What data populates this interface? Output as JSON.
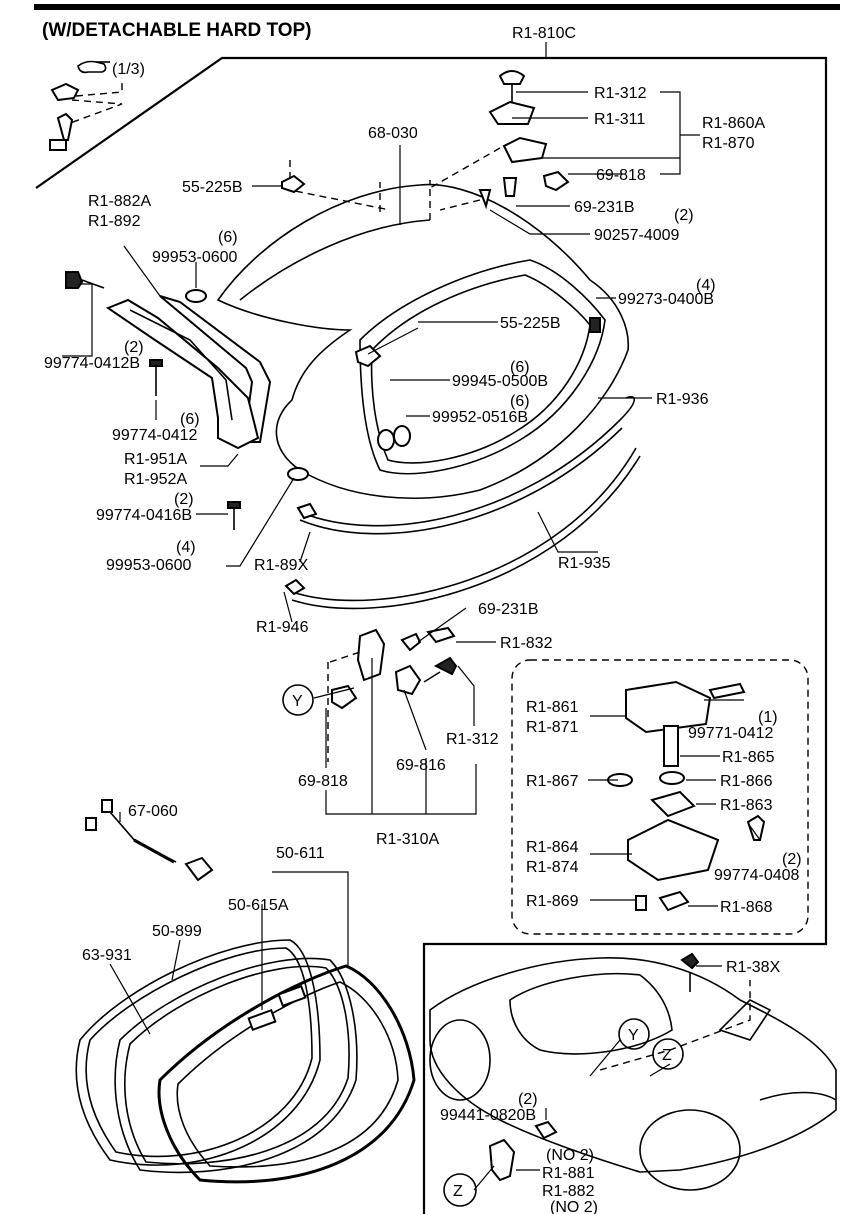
{
  "title": "(W/DETACHABLE HARD TOP)",
  "page_ref": "(1/3)",
  "labels": {
    "r1_810c": "R1-810C",
    "r1_312_top": "R1-312",
    "r1_311": "R1-311",
    "r1_860a": "R1-860A",
    "r1_870": "R1-870",
    "p69_818_top": "69-818",
    "p69_231b_top": "69-231B",
    "p90257_qty": "(2)",
    "p90257": "90257-4009",
    "p68_030": "68-030",
    "p55_225b_top": "55-225B",
    "r1_882a": "R1-882A",
    "r1_892": "R1-892",
    "p99953_qty_top": "(6)",
    "p99953_top": "99953-0600",
    "p99774_0412b_qty": "(2)",
    "p99774_0412b": "99774-0412B",
    "p99774_0412_qty": "(6)",
    "p99774_0412": "99774-0412",
    "r1_951a": "R1-951A",
    "r1_952a": "R1-952A",
    "p99774_0416b_qty": "(2)",
    "p99774_0416b": "99774-0416B",
    "p99953_qty_bot": "(4)",
    "p99953_bot": "99953-0600",
    "p99273_qty": "(4)",
    "p99273": "99273-0400B",
    "p55_225b_mid": "55-225B",
    "p99945_qty": "(6)",
    "p99945": "99945-0500B",
    "p99952_qty": "(6)",
    "p99952": "99952-0516B",
    "r1_936": "R1-936",
    "r1_89x": "R1-89X",
    "r1_935": "R1-935",
    "r1_946": "R1-946",
    "p69_231b_mid": "69-231B",
    "r1_832": "R1-832",
    "callout_y": "Y",
    "callout_z": "Z",
    "r1_312_mid": "R1-312",
    "p69_818_mid": "69-818",
    "p69_816": "69-816",
    "r1_310a": "R1-310A",
    "r1_861": "R1-861",
    "r1_871": "R1-871",
    "p99771_qty": "(1)",
    "p99771": "99771-0412",
    "r1_865": "R1-865",
    "r1_867": "R1-867",
    "r1_866": "R1-866",
    "r1_863": "R1-863",
    "r1_864": "R1-864",
    "r1_874": "R1-874",
    "p99774_0408_qty": "(2)",
    "p99774_0408": "99774-0408",
    "r1_869": "R1-869",
    "r1_868": "R1-868",
    "p67_060": "67-060",
    "p50_611": "50-611",
    "p50_615a": "50-615A",
    "p50_899": "50-899",
    "p63_931": "63-931",
    "r1_38x": "R1-38X",
    "p99441_qty": "(2)",
    "p99441": "99441-0820B",
    "no2_a": "(NO 2)",
    "r1_881": "R1-881",
    "r1_882": "R1-882",
    "no2_b": "(NO 2)"
  },
  "icons": {
    "pointer": "hand-pointer-icon"
  }
}
